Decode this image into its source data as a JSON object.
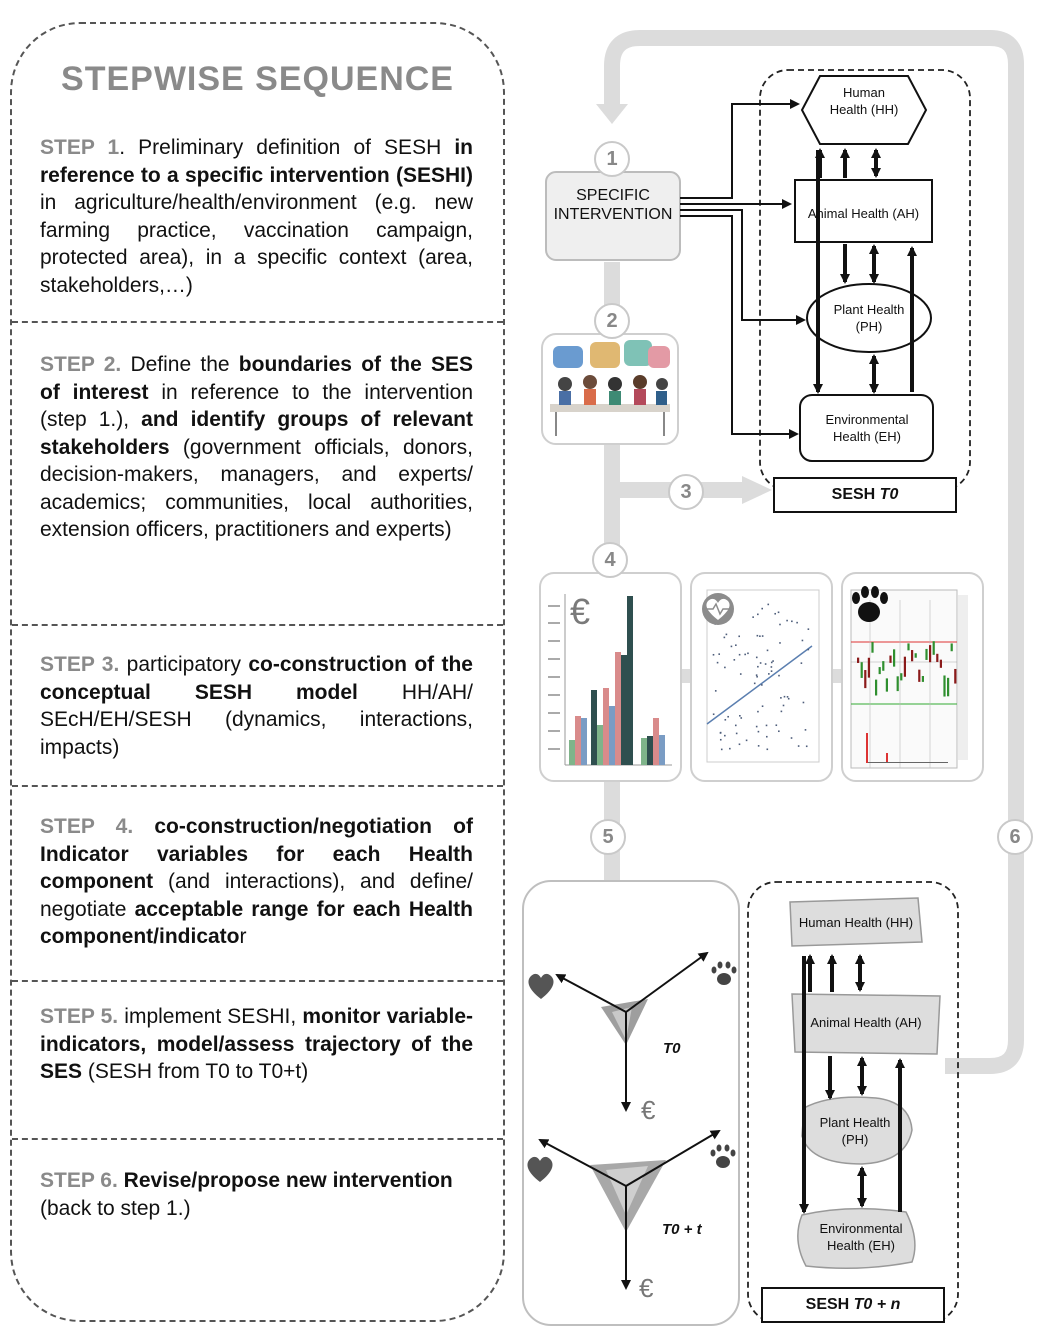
{
  "left_panel": {
    "title": "STEPWISE SEQUENCE",
    "steps": [
      {
        "label": "STEP 1",
        "parts": [
          {
            "t": ". Preliminary definition of SESH "
          },
          {
            "t": "in reference to a specific intervention (SESHI)",
            "b": true
          },
          {
            "t": " in agriculture/health/environment (e.g. new farming practice, vaccination campaign, protected area), in a specific context (area, stakeholders,…)"
          }
        ]
      },
      {
        "label": "STEP 2.",
        "parts": [
          {
            "t": " Define the "
          },
          {
            "t": "boundaries of the SES of interest",
            "b": true
          },
          {
            "t": " in reference to the intervention (step 1.), "
          },
          {
            "t": "and identify groups of relevant stakeholders",
            "b": true
          },
          {
            "t": " (government officials, donors, decision-makers, managers, and experts/ academics; communities, local authorities, extension officers, practitioners and experts)"
          }
        ]
      },
      {
        "label": "STEP 3.",
        "parts": [
          {
            "t": " participatory "
          },
          {
            "t": "co-construction of the conceptual SESH model",
            "b": true
          },
          {
            "t": " HH/AH/ SEcH/EH/SESH (dynamics, interactions, impacts)"
          }
        ]
      },
      {
        "label": "STEP 4.",
        "parts": [
          {
            "t": " "
          },
          {
            "t": "co-construction/negotiation of Indicator variables for each Health component",
            "b": true
          },
          {
            "t": " (and interactions), and define/ negotiate "
          },
          {
            "t": "acceptable range for each Health component/indicato",
            "b": true
          },
          {
            "t": "r"
          }
        ]
      },
      {
        "label": "STEP 5.",
        "parts": [
          {
            "t": " implement SESHI, "
          },
          {
            "t": "monitor variable-indicators, model/assess trajectory of the SES",
            "b": true
          },
          {
            "t": " (SESH from T0 to T0+t)"
          }
        ]
      },
      {
        "label": "STEP 6.",
        "parts": [
          {
            "t": " "
          },
          {
            "t": "Revise/propose new intervention",
            "b": true
          },
          {
            "t": "\n(back to step 1.)"
          }
        ]
      }
    ]
  },
  "diagram": {
    "step_numbers": [
      "1",
      "2",
      "3",
      "4",
      "5",
      "6"
    ],
    "specific_intervention": "SPECIFIC INTERVENTION",
    "sesh_t0": {
      "human_health": "Human Health (HH)",
      "animal_health": "Animal Health (AH)",
      "plant_health": "Plant Health (PH)",
      "environmental_health": "Environmental Health (EH)",
      "label": "SESH ",
      "label_italic": "T0"
    },
    "sesh_t0n": {
      "human_health": "Human Health (HH)",
      "animal_health": "Animal Health (AH)",
      "plant_health": "Plant Health (PH)",
      "environmental_health": "Environmental Health (EH)",
      "label": "SESH ",
      "label_italic": "T0 + n"
    },
    "trajectory": {
      "t0_label": "T0",
      "t1_label": "T0 + t",
      "euro_symbol": "€"
    },
    "thumbnails": {
      "euro_symbol": "€"
    },
    "colors": {
      "flow_arrow": "#d9d9d9",
      "number_text": "#888888",
      "heading": "#8a8a8a"
    }
  }
}
